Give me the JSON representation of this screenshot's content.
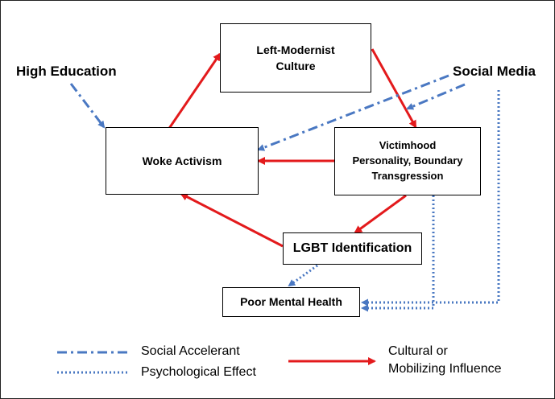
{
  "nodes": {
    "left_modernist": "Left-Modernist\nCulture",
    "woke_activism": "Woke Activism",
    "victimhood": "Victimhood\nPersonality,  Boundary\nTransgression",
    "lgbt": "LGBT Identification",
    "poor_mental_health": "Poor Mental Health"
  },
  "labels": {
    "high_education": "High Education",
    "social_media": "Social Media"
  },
  "legend": {
    "social_accelerant": "Social Accelerant",
    "psychological_effect": "Psychological Effect",
    "cultural_influence": "Cultural or\nMobilizing Influence"
  },
  "colors": {
    "red": "#e31a1c",
    "blue": "#4a78c2"
  }
}
